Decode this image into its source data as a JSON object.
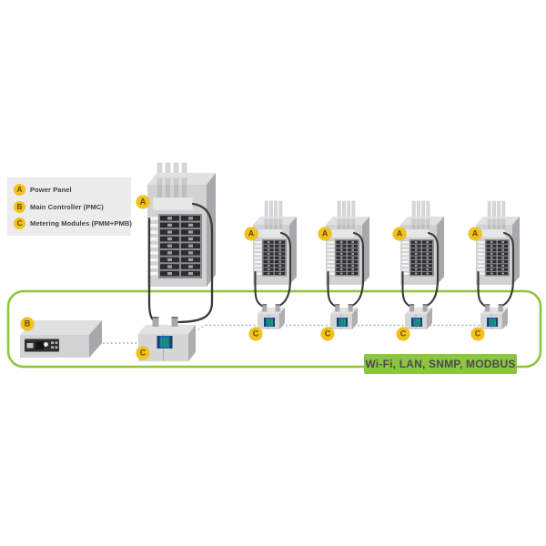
{
  "legend": {
    "items": [
      {
        "letter": "A",
        "label": "Power Panel"
      },
      {
        "letter": "B",
        "label": "Main Controller (PMC)"
      },
      {
        "letter": "C",
        "label": "Metering Modules (PMM+PMB)"
      }
    ]
  },
  "badge_letters": {
    "power_panel": "A",
    "main_controller": "B",
    "metering_module": "C"
  },
  "network_badge": {
    "label": "Wi-Fi, LAN, SNMP, MODBUS"
  },
  "diagram": {
    "power_panel_count": 5,
    "main_controller_count": 1,
    "metering_module_count": 5,
    "network_bus_label": "Wi-Fi, LAN, SNMP, MODBUS"
  },
  "colors": {
    "green_accent": "#8CC63F",
    "badge_yellow": "#F3C119",
    "network_dotted_blue": "#7AAED6",
    "connector_blue": "#2565AE",
    "connector_teal": "#1B9B8A",
    "cable_dark": "#3A3A3A"
  }
}
